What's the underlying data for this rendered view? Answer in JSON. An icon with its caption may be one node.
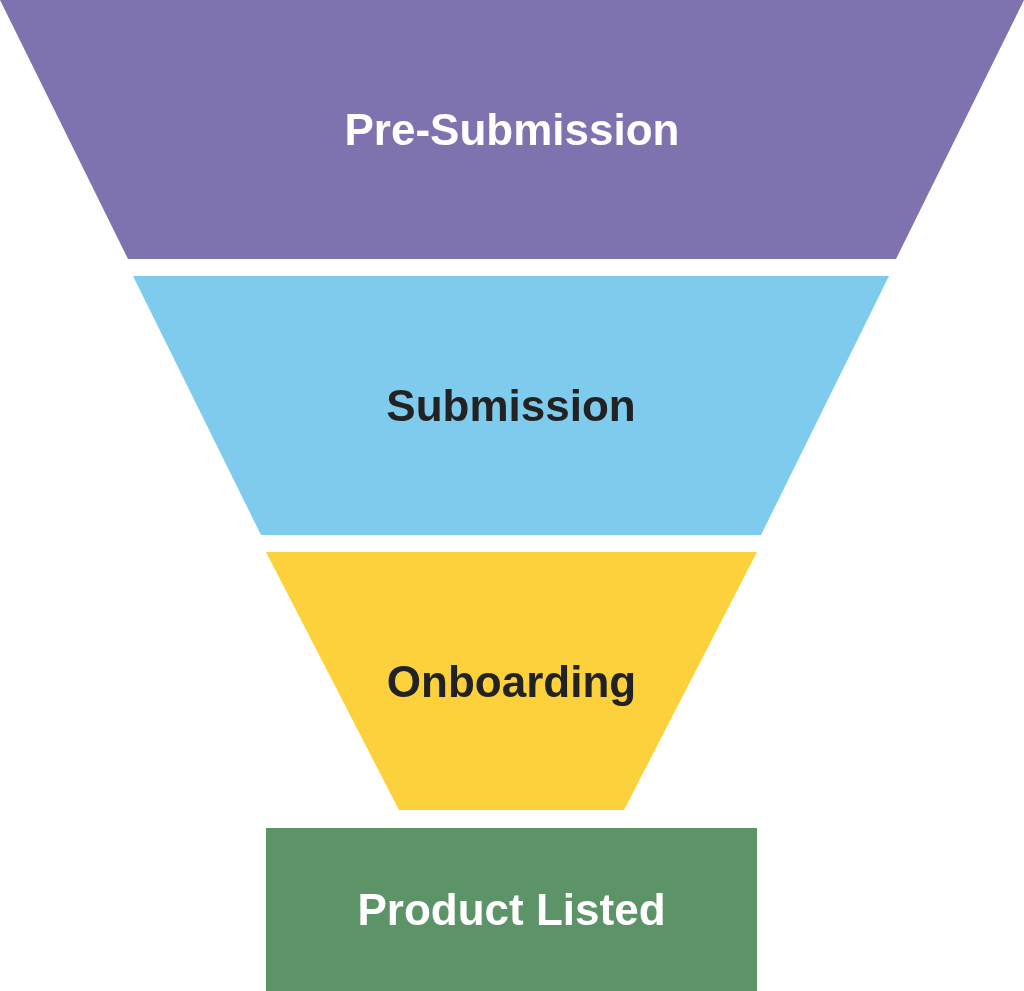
{
  "diagram": {
    "nodes": [
      {
        "text": [
          "Pre-Submission"
        ]
      },
      {
        "text": [
          "Submission"
        ]
      },
      {
        "text": [
          "Onboarding"
        ]
      },
      {
        "text": [
          "Product Listed"
        ]
      }
    ]
  }
}
